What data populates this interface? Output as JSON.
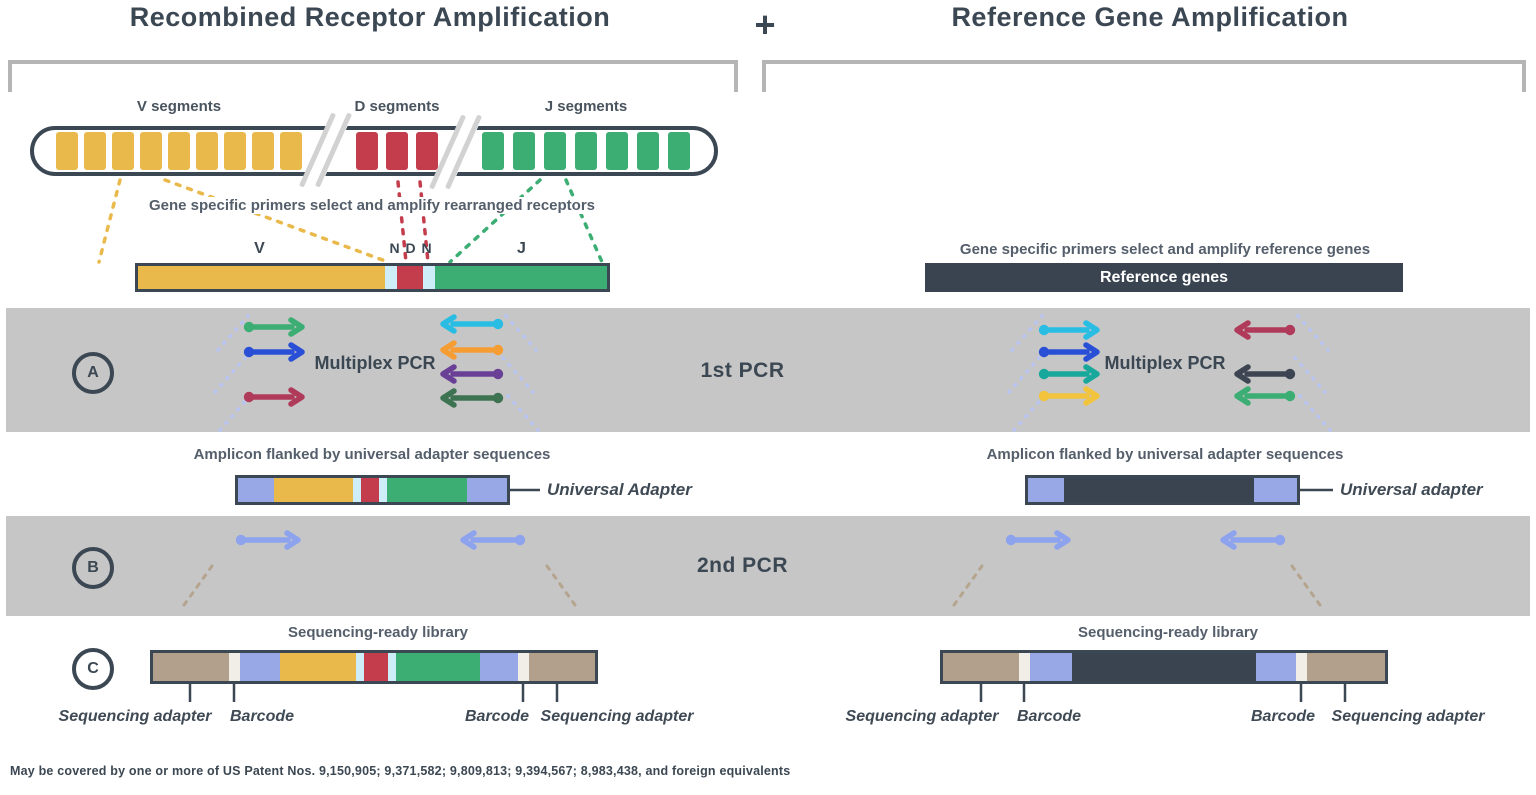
{
  "colors": {
    "ink": "#3b4752",
    "caption_gray": "#555f6b",
    "band_gray": "#c6c6c6",
    "bracket_gray": "#b5b5b5",
    "v_yellow": "#eab94c",
    "d_red": "#c43d4d",
    "j_green": "#3cae74",
    "n_paleblue": "#cdeef8",
    "adapter_periwinkle": "#98a7e6",
    "reference_dark": "#3a4450",
    "seq_adapter_tan": "#b2a08c",
    "barcode_white": "#f1eee8"
  },
  "header": {
    "left_title": "Recombined Receptor Amplification",
    "plus": "+",
    "right_title": "Reference Gene Amplification"
  },
  "left_panel": {
    "chromosome": {
      "v_label": "V segments",
      "v_count": 9,
      "d_label": "D segments",
      "d_count": 3,
      "j_label": "J segments",
      "j_count": 7
    },
    "primer_caption": "Gene specific primers select and amplify rearranged receptors",
    "recombined": {
      "v_label": "V",
      "ndn_label": "N D N",
      "j_label": "J",
      "segments": [
        "V",
        "N",
        "D",
        "N",
        "J"
      ]
    }
  },
  "right_panel": {
    "primer_caption": "Gene specific primers select and amplify reference genes",
    "reference_label": "Reference genes"
  },
  "step_a": {
    "badge": "A",
    "center_label": "1st PCR",
    "left_multiplex_label": "Multiplex PCR",
    "right_multiplex_label": "Multiplex PCR",
    "left_forward_primer_colors": [
      "#3cae74",
      "#2a4fd7",
      "#b03a5a"
    ],
    "left_reverse_primer_colors": [
      "#29bde4",
      "#f59d33",
      "#6a4096",
      "#3e7352"
    ],
    "right_forward_primer_colors": [
      "#29bde4",
      "#2a4fd7",
      "#17a89b",
      "#f2c43d"
    ],
    "right_reverse_primer_colors": [
      "#b03a5a",
      "#3d4552",
      "#3cae74"
    ]
  },
  "amplicons": {
    "left_caption": "Amplicon flanked by universal adapter sequences",
    "right_caption": "Amplicon flanked by universal adapter sequences",
    "left_callout": "Universal Adapter",
    "right_callout": "Universal adapter",
    "left_segments": [
      "universal-adapter",
      "V",
      "N",
      "D",
      "N",
      "J",
      "universal-adapter"
    ],
    "right_segments": [
      "universal-adapter",
      "reference-gene",
      "universal-adapter"
    ]
  },
  "step_b": {
    "badge": "B",
    "center_label": "2nd PCR",
    "primer_color": "#8ea3ee"
  },
  "step_c": {
    "badge": "C"
  },
  "libraries": {
    "left": {
      "title": "Sequencing-ready library",
      "labels": [
        "Sequencing adapter",
        "Barcode",
        "Barcode",
        "Sequencing adapter"
      ],
      "segments": [
        "sequencing-adapter",
        "barcode",
        "universal-adapter",
        "V",
        "N",
        "D",
        "N",
        "J",
        "universal-adapter",
        "barcode",
        "sequencing-adapter"
      ]
    },
    "right": {
      "title": "Sequencing-ready library",
      "labels": [
        "Sequencing adapter",
        "Barcode",
        "Barcode",
        "Sequencing adapter"
      ],
      "segments": [
        "sequencing-adapter",
        "barcode",
        "universal-adapter",
        "reference-gene",
        "universal-adapter",
        "barcode",
        "sequencing-adapter"
      ]
    }
  },
  "footer": {
    "patent_text": "May be covered by one or more of US Patent Nos. 9,150,905; 9,371,582; 9,809,813; 9,394,567; 8,983,438, and foreign equivalents"
  }
}
